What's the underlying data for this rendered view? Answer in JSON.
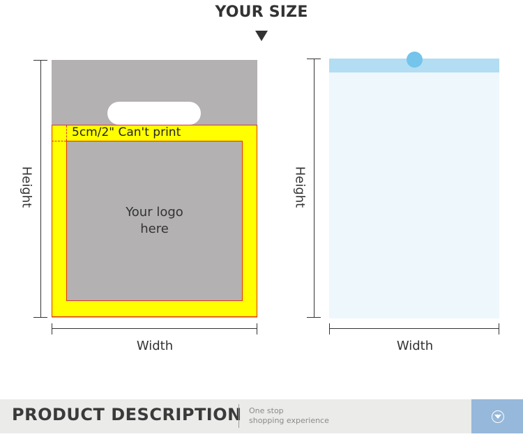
{
  "header": {
    "title": "YOUR SIZE"
  },
  "left_diagram": {
    "height_label": "Height",
    "width_label": "Width",
    "margin_note": "5cm/2\" Can't print",
    "logo_line1": "Your logo",
    "logo_line2": "here"
  },
  "right_diagram": {
    "height_label": "Height",
    "width_label": "Width"
  },
  "footer": {
    "title": "PRODUCT DESCRIPTION",
    "subtitle_line1": "One stop",
    "subtitle_line2": "shopping experience"
  },
  "colors": {
    "bag_gray": "#b3b1b2",
    "print_margin": "#ffff00",
    "margin_border": "#e03020",
    "bag_light_blue": "#eef7fc",
    "bag_top_blue": "#b3ddf2",
    "hang_hole": "#74c4ec",
    "footer_button": "#96b8da"
  },
  "icons": {
    "arrow": "triangle-down-icon",
    "footer_button": "chevron-down-circle-icon"
  }
}
